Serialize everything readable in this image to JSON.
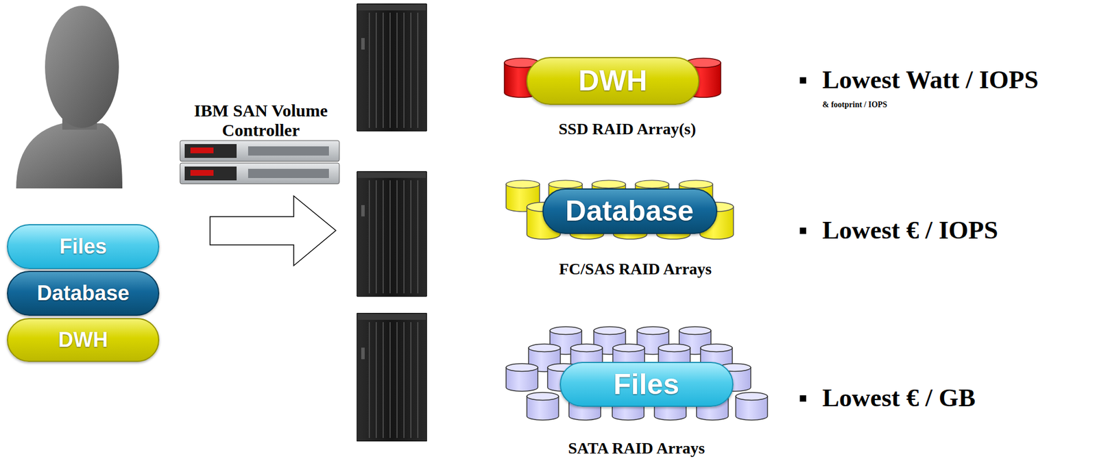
{
  "diagram": {
    "nodes": [
      {
        "text": [
          "Files"
        ]
      },
      {
        "text": [
          "Database"
        ]
      },
      {
        "text": [
          "DWH"
        ]
      },
      {
        "text": [
          "DWH"
        ]
      },
      {
        "text": [
          "Database"
        ]
      },
      {
        "text": [
          "Files"
        ]
      }
    ],
    "labels": [
      "IBM SAN Volume Controller",
      "SSD RAID Array(s)",
      "FC/SAS RAID Arrays",
      "SATA RAID Arrays",
      "Lowest Watt / IOPS",
      "& footprint / IOPS",
      "Lowest € / IOPS",
      "Lowest € / GB"
    ]
  }
}
